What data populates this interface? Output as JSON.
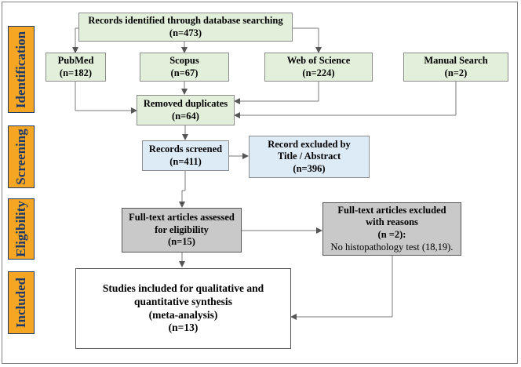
{
  "stages": [
    {
      "label": "Identification"
    },
    {
      "label": "Screening"
    },
    {
      "label": "Eligibility"
    },
    {
      "label": "Included"
    }
  ],
  "identification": {
    "database": {
      "title": "Records identified through database searching",
      "count": "(n=473)"
    },
    "pubmed": {
      "title": "PubMed",
      "count": "(n=182)"
    },
    "scopus": {
      "title": "Scopus",
      "count": "(n=67)"
    },
    "wos": {
      "title": "Web of Science",
      "count": "(n=224)"
    },
    "manual": {
      "title": "Manual Search",
      "count": "(n=2)"
    },
    "duplicates": {
      "title": "Removed duplicates",
      "count": "(n=64)"
    }
  },
  "screening": {
    "screened": {
      "title": "Records screened",
      "count": "(n=411)"
    },
    "excluded": {
      "line1": "Record excluded by",
      "line2": "Title / Abstract",
      "count": "(n=396)"
    }
  },
  "eligibility": {
    "assessed": {
      "line1": "Full-text articles assessed",
      "line2": "for eligibility",
      "count": "(n=15)"
    },
    "excluded": {
      "line1": "Full-text articles excluded",
      "line2": "with reasons",
      "count": "(n =2):",
      "reason": "No histopathology test (18,19)."
    }
  },
  "included": {
    "line1": "Studies included for qualitative and",
    "line2": "quantitative synthesis",
    "line3": "(meta-analysis)",
    "count": "(n=13)"
  }
}
